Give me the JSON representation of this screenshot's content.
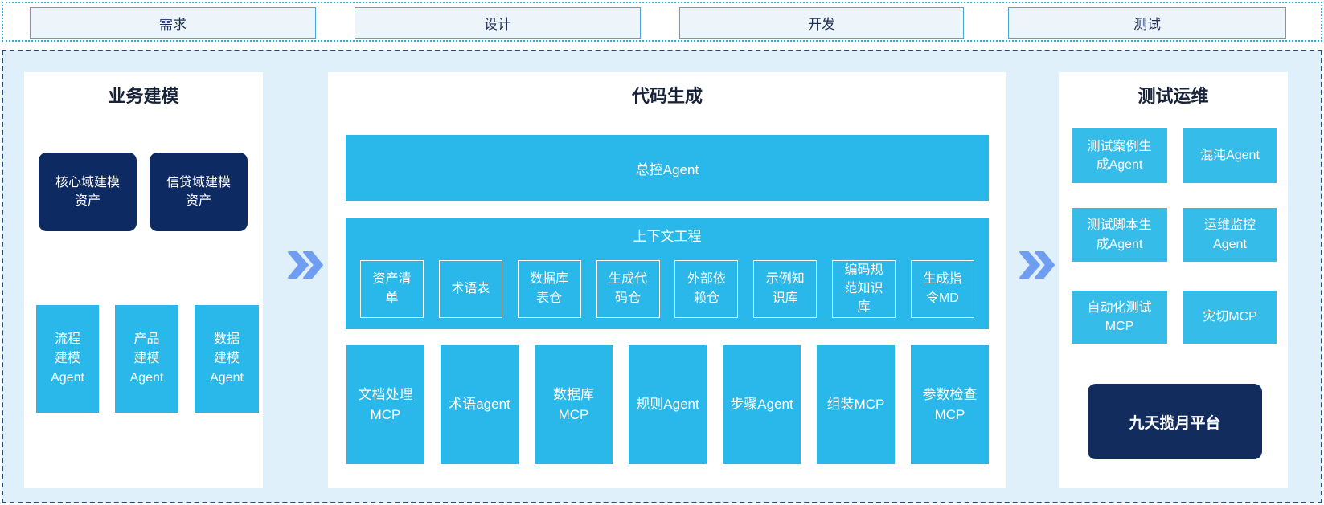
{
  "colors": {
    "cyan": "#29b8e9",
    "cyan_right": "#36bce9",
    "navy": "#0e2a63",
    "platform_navy": "#122c5e",
    "light_blue_bg": "#dff0fa",
    "dotted_border": "#2fa9dd",
    "dashed_border": "#274a6d",
    "chevron_blue": "#6f9df1",
    "phase_box_bg": "#edf5fa",
    "phase_box_border": "#46aad9",
    "title_text": "#182339"
  },
  "phases": [
    {
      "label": "需求"
    },
    {
      "label": "设计"
    },
    {
      "label": "开发"
    },
    {
      "label": "测试"
    }
  ],
  "business_modeling": {
    "title": "业务建模",
    "asset_boxes": [
      "核心域建模\n资产",
      "信贷域建模\n资产"
    ],
    "agent_boxes": [
      "流程\n建模\nAgent",
      "产品\n建模\nAgent",
      "数据\n建模\nAgent"
    ]
  },
  "code_generation": {
    "title": "代码生成",
    "master_agent": "总控Agent",
    "context_engineering": {
      "title": "上下文工程",
      "items": [
        "资产清\n单",
        "术语表",
        "数据库\n表仓",
        "生成代\n码仓",
        "外部依\n赖仓",
        "示例知\n识库",
        "编码规\n范知识\n库",
        "生成指\n令MD"
      ]
    },
    "mcp_items": [
      "文档处理\nMCP",
      "术语agent",
      "数据库\nMCP",
      "规则Agent",
      "步骤Agent",
      "组装MCP",
      "参数检查\nMCP"
    ]
  },
  "test_ops": {
    "title": "测试运维",
    "boxes": [
      "测试案例生\n成Agent",
      "混沌Agent",
      "测试脚本生\n成Agent",
      "运维监控\nAgent",
      "自动化测试\nMCP",
      "灾切MCP"
    ],
    "platform": "九天揽月平台"
  }
}
